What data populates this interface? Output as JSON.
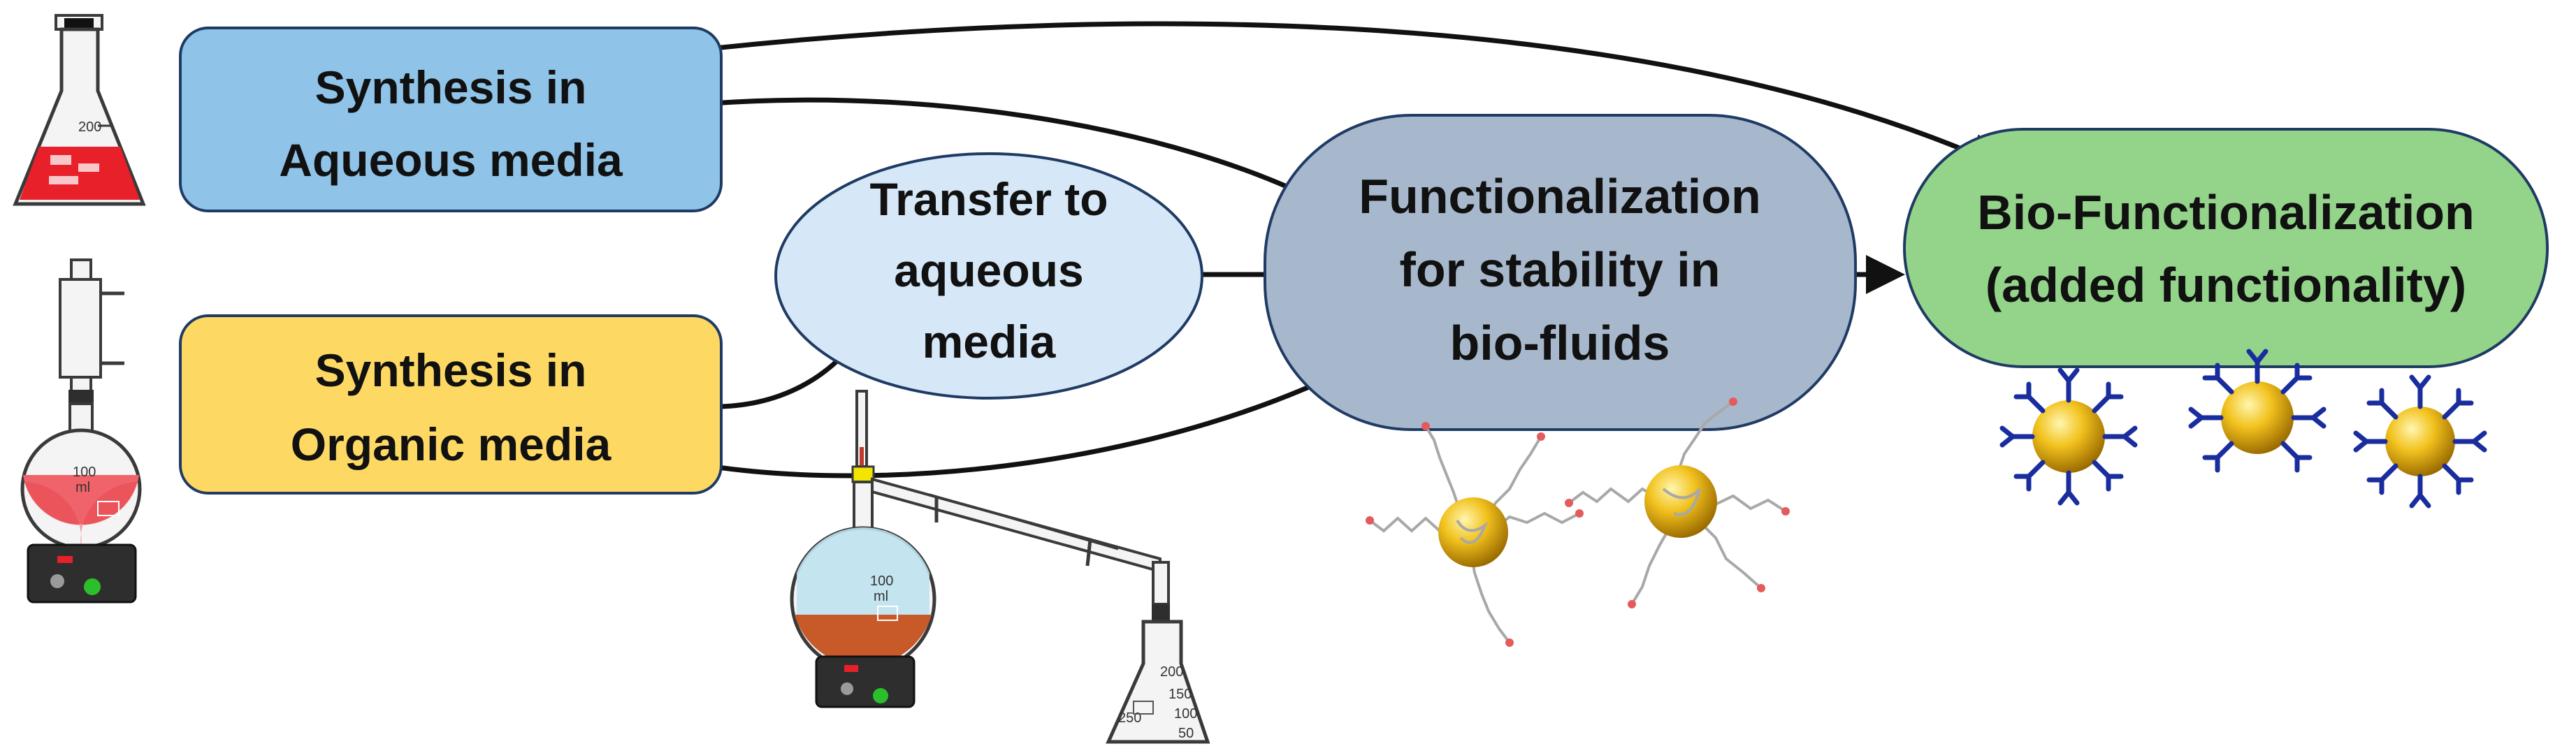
{
  "nodes": {
    "aqueous_synthesis": {
      "line1": "Synthesis in",
      "line2": "Aqueous media",
      "fill": "#8fc3e8"
    },
    "organic_synthesis": {
      "line1": "Synthesis in",
      "line2": "Organic media",
      "fill": "#fdd964"
    },
    "transfer": {
      "line1": "Transfer to",
      "line2": "aqueous",
      "line3": "media",
      "fill": "#d6e8f7"
    },
    "functionalization": {
      "line1": "Functionalization",
      "line2": "for stability in",
      "line3": "bio-fluids",
      "fill": "#a7b8cc"
    },
    "bio_functionalization": {
      "line1": "Bio-Functionalization",
      "line2": "(added functionality)",
      "fill": "#93d48a"
    }
  },
  "glassware": {
    "erlenmeyer_top": {
      "mark": "200",
      "liquid_color": "#e8202a"
    },
    "reflux_flask": {
      "mark_value": "100",
      "mark_unit": "ml",
      "liquid_color": "#f0636a"
    },
    "distillation_flask": {
      "mark_value": "100",
      "mark_unit": "ml",
      "liquid_color": "#c85a2a"
    },
    "receiving_flask": {
      "marks": [
        "200",
        "150",
        "100",
        "250",
        "50"
      ]
    }
  },
  "colors": {
    "arrow": "#111111",
    "node_stroke": "#1f3b64",
    "nanoparticle": "#e3a81a",
    "antibody": "#1a2d9e",
    "ligand_chain": "#a8a8a8"
  }
}
